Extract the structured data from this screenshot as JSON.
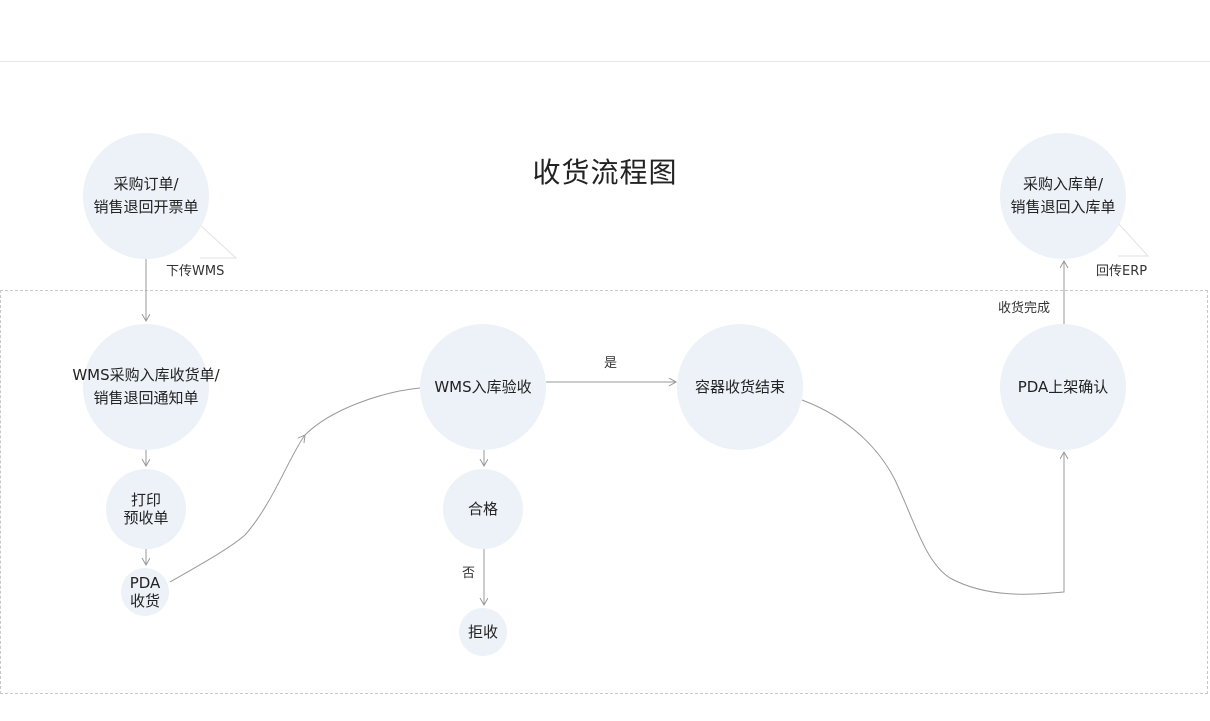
{
  "title": "收货流程图",
  "nodes": {
    "purchase_order": "采购订单/\n销售退回开票单",
    "wms_receipt": "WMS采购入库收货单/\n销售退回通知单",
    "print": "打印\n预收单",
    "pda_receive": "PDA\n收货",
    "wms_inspect": "WMS入库验收",
    "qualified": "合格",
    "reject": "拒收",
    "container_done": "容器收货结束",
    "pda_shelf": "PDA上架确认",
    "erp_inbound": "采购入库单/\n销售退回入库单"
  },
  "labels": {
    "push_wms": "下传WMS",
    "yes": "是",
    "no": "否",
    "receive_done": "收货完成",
    "return_erp": "回传ERP"
  },
  "colors": {
    "node_fill": "#edf1f8",
    "line": "#999999",
    "frame": "#c9c9c9"
  }
}
